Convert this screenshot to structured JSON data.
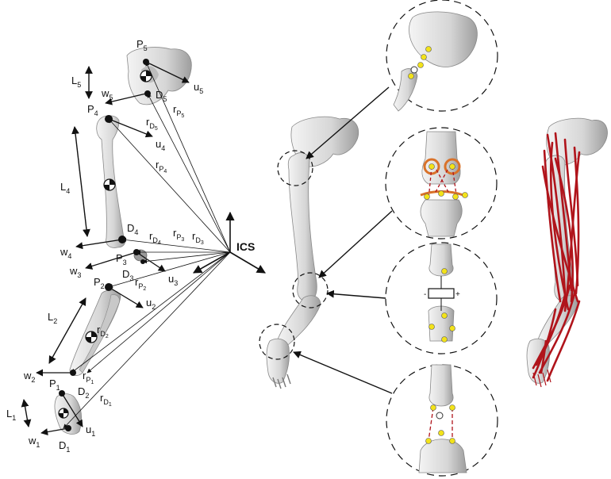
{
  "figure": {
    "points": [
      {
        "id": "P5",
        "base": "P",
        "sub": "5"
      },
      {
        "id": "P4",
        "base": "P",
        "sub": "4"
      },
      {
        "id": "P3",
        "base": "P",
        "sub": "3"
      },
      {
        "id": "P2",
        "base": "P",
        "sub": "2"
      },
      {
        "id": "P1",
        "base": "P",
        "sub": "1"
      },
      {
        "id": "D5",
        "base": "D",
        "sub": "5"
      },
      {
        "id": "D4",
        "base": "D",
        "sub": "4"
      },
      {
        "id": "D3",
        "base": "D",
        "sub": "3"
      },
      {
        "id": "D2",
        "base": "D",
        "sub": "2"
      },
      {
        "id": "D1",
        "base": "D",
        "sub": "1"
      }
    ],
    "vectors": [
      {
        "id": "u5",
        "base": "u",
        "sub": "5"
      },
      {
        "id": "w5",
        "base": "w",
        "sub": "5"
      },
      {
        "id": "u4",
        "base": "u",
        "sub": "4"
      },
      {
        "id": "w4",
        "base": "w",
        "sub": "4"
      },
      {
        "id": "u3",
        "base": "u",
        "sub": "3"
      },
      {
        "id": "w3",
        "base": "w",
        "sub": "3"
      },
      {
        "id": "u2",
        "base": "u",
        "sub": "2"
      },
      {
        "id": "w2",
        "base": "w",
        "sub": "2"
      },
      {
        "id": "u1",
        "base": "u",
        "sub": "1"
      },
      {
        "id": "w1",
        "base": "w",
        "sub": "1"
      }
    ],
    "lengths": [
      {
        "id": "L5",
        "base": "L",
        "sub": "5"
      },
      {
        "id": "L4",
        "base": "L",
        "sub": "4"
      },
      {
        "id": "L2",
        "base": "L",
        "sub": "2"
      },
      {
        "id": "L1",
        "base": "L",
        "sub": "1"
      }
    ],
    "position_vectors": [
      {
        "id": "rP5",
        "base": "r",
        "sub": "P",
        "subsub": "5"
      },
      {
        "id": "rD5",
        "base": "r",
        "sub": "D",
        "subsub": "5"
      },
      {
        "id": "rP4",
        "base": "r",
        "sub": "P",
        "subsub": "4"
      },
      {
        "id": "rD4",
        "base": "r",
        "sub": "D",
        "subsub": "4"
      },
      {
        "id": "rP3",
        "base": "r",
        "sub": "P",
        "subsub": "3"
      },
      {
        "id": "rD3",
        "base": "r",
        "sub": "D",
        "subsub": "3"
      },
      {
        "id": "rP2",
        "base": "r",
        "sub": "P",
        "subsub": "2"
      },
      {
        "id": "rD2",
        "base": "r",
        "sub": "D",
        "subsub": "2"
      },
      {
        "id": "rP1",
        "base": "r",
        "sub": "P",
        "subsub": "1"
      },
      {
        "id": "rD1",
        "base": "r",
        "sub": "D",
        "subsub": "1"
      }
    ],
    "ics_label": "ICS",
    "colors": {
      "bone": "#e3e3e3",
      "bone_shade": "#a9a9a9",
      "muscle": "#b0141b",
      "marker": "#f2e21a",
      "ring_orange": "#d9722a",
      "line": "#111111"
    },
    "insets": [
      "hip-joint-detail",
      "knee-joint-detail",
      "ankle-joint-detail",
      "foot-joint-detail"
    ]
  }
}
